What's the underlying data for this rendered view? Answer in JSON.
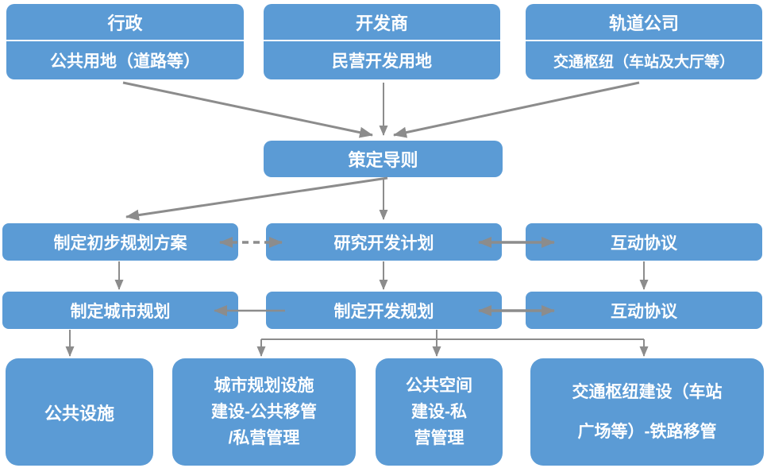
{
  "palette": {
    "box_blue": "#5B9BD5",
    "arrow_gray": "#8C8C8C",
    "text_white": "#FFFFFF",
    "background": "#FFFFFF"
  },
  "top_row": [
    {
      "title": "行政",
      "subtitle": "公共用地（道路等）"
    },
    {
      "title": "开发商",
      "subtitle": "民营开发用地"
    },
    {
      "title": "轨道公司",
      "subtitle": "交通枢纽（车站及大厅等）"
    }
  ],
  "center": {
    "guideline": "策定导则"
  },
  "row1": {
    "left": "制定初步规划方案",
    "middle": "研究开发计划",
    "right": "互动协议"
  },
  "row2": {
    "left": "制定城市规划",
    "middle": "制定开发规划",
    "right": "互动协议"
  },
  "row3": {
    "box1": "公共设施",
    "box2": "城市规划设施\n建设-公共移管\n/私营管理",
    "box3": "公共空间\n建设-私\n营管理",
    "box4": "交通枢纽建设（车站\n广场等）-铁路移管"
  }
}
